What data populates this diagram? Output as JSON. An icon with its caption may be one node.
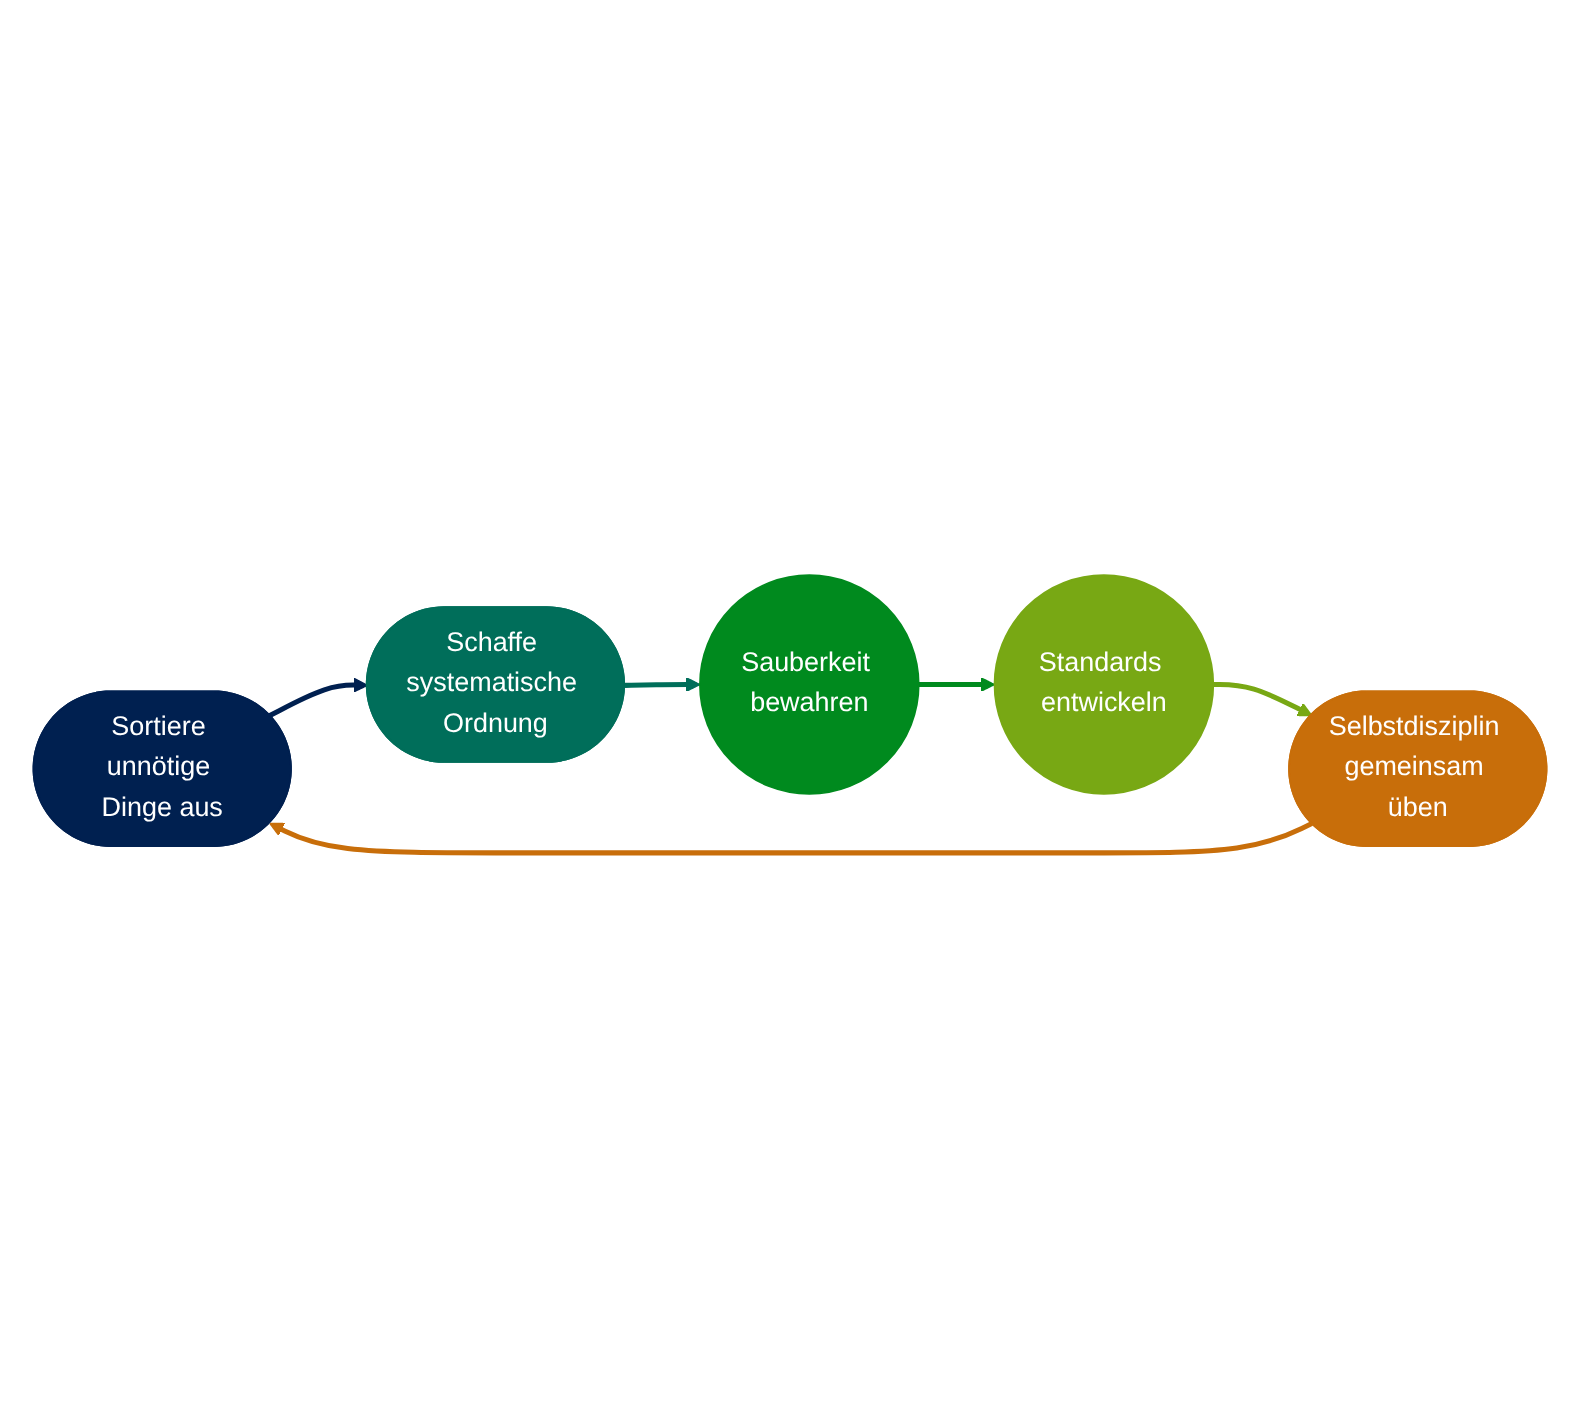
{
  "diagram": {
    "nodes": [
      {
        "text": [
          "Sortiere unnötige Dinge aus"
        ]
      },
      {
        "text": [
          "Schaffe systematische Ordnung"
        ]
      },
      {
        "text": [
          "Sauberkeit bewahren"
        ]
      },
      {
        "text": [
          "Standards entwickeln"
        ]
      },
      {
        "text": [
          "Selbstdisziplin gemeinsam üben"
        ]
      }
    ],
    "edges": [
      {
        "from": 0,
        "to": 1,
        "arrow": "to",
        "color": "#002050"
      },
      {
        "from": 1,
        "to": 2,
        "arrow": "to",
        "color": "#006e5a"
      },
      {
        "from": 2,
        "to": 3,
        "arrow": "to",
        "color": "#008a1e"
      },
      {
        "from": 3,
        "to": 4,
        "arrow": "to",
        "color": "#78a814"
      },
      {
        "from": 4,
        "to": 0,
        "arrow": "to",
        "color": "#c86e0a"
      }
    ]
  }
}
